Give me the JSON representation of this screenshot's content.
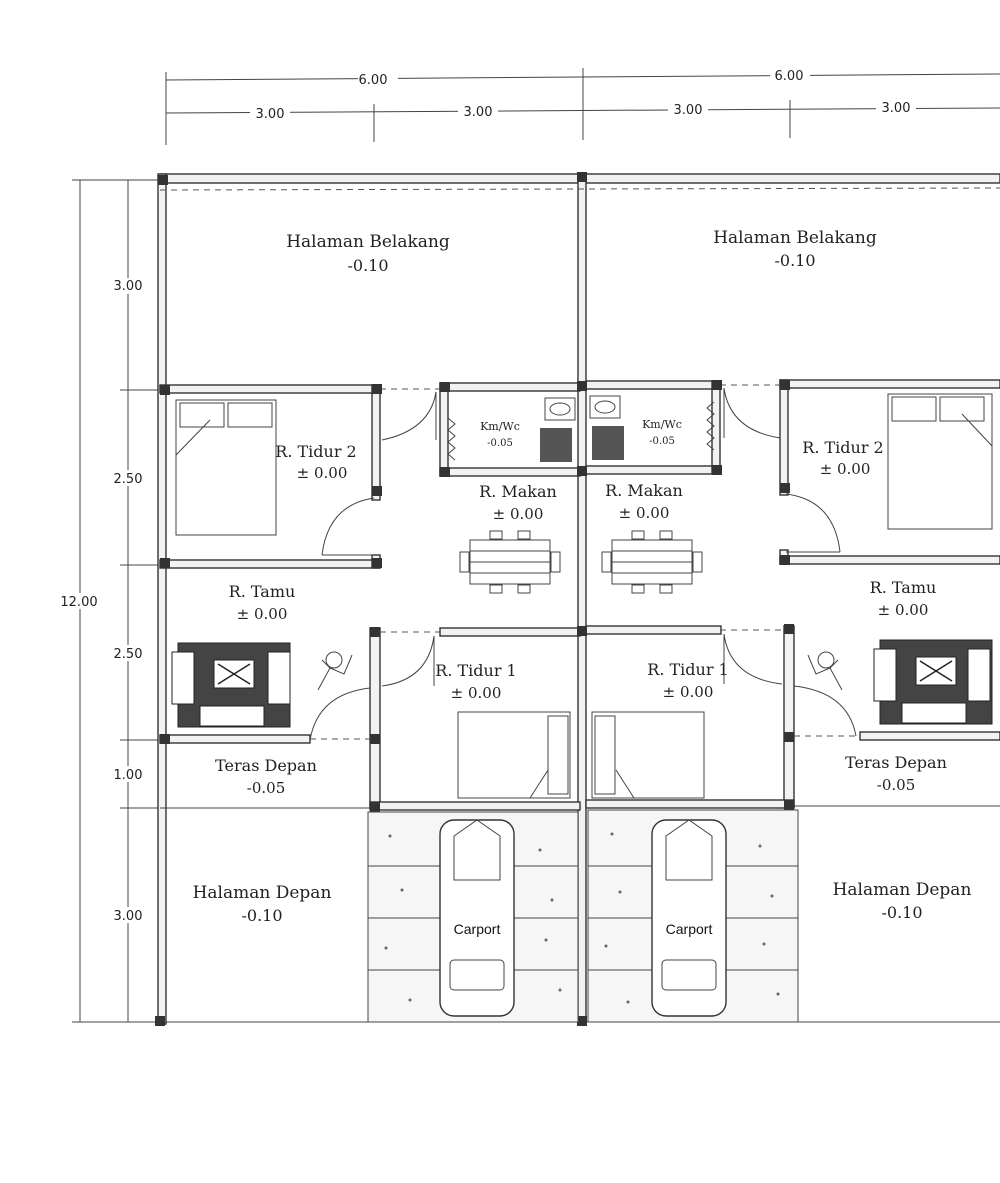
{
  "dimensions": {
    "top_major": [
      "6.00",
      "6.00"
    ],
    "top_minor": [
      "3.00",
      "3.00",
      "3.00",
      "3.00"
    ],
    "left_total": "12.00",
    "left_segments": [
      "3.00",
      "2.50",
      "2.50",
      "1.00",
      "3.00"
    ]
  },
  "rooms": {
    "halaman_belakang": "Halaman Belakang",
    "halaman_belakang_level": "-0.10",
    "r_tidur_2": "R. Tidur 2",
    "r_tidur_2_level": "± 0.00",
    "km_wc": "Km/Wc",
    "km_wc_level": "-0.05",
    "r_makan": "R. Makan",
    "r_makan_level": "± 0.00",
    "r_tamu": "R. Tamu",
    "r_tamu_level": "± 0.00",
    "r_tidur_1": "R. Tidur 1",
    "r_tidur_1_level": "± 0.00",
    "teras_depan": "Teras Depan",
    "teras_depan_level": "-0.05",
    "halaman_depan": "Halaman Depan",
    "halaman_depan_level": "-0.10",
    "carport": "Carport"
  }
}
